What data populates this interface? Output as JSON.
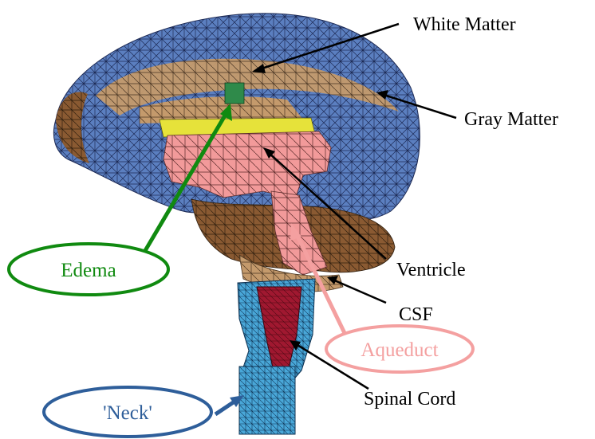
{
  "labels": {
    "white_matter": "White Matter",
    "gray_matter": "Gray Matter",
    "ventricle": "Ventricle",
    "csf": "CSF",
    "spinal_cord": "Spinal Cord"
  },
  "callouts": {
    "edema": "Edema",
    "aqueduct": "Aqueduct",
    "neck": "'Neck'"
  },
  "colors": {
    "gray_matter": "#5b7fc0",
    "white_matter": "#c49a6c",
    "csf_brown": "#8a5a32",
    "ventricle_pink": "#f29a9a",
    "edema_green": "#108a10",
    "aqueduct_pink": "#f4a0a0",
    "neck_blue": "#2e5e9a",
    "spinal_cord_red": "#a01830",
    "neck_mesh": "#49a7d8",
    "yellow_region": "#e6e23a"
  }
}
